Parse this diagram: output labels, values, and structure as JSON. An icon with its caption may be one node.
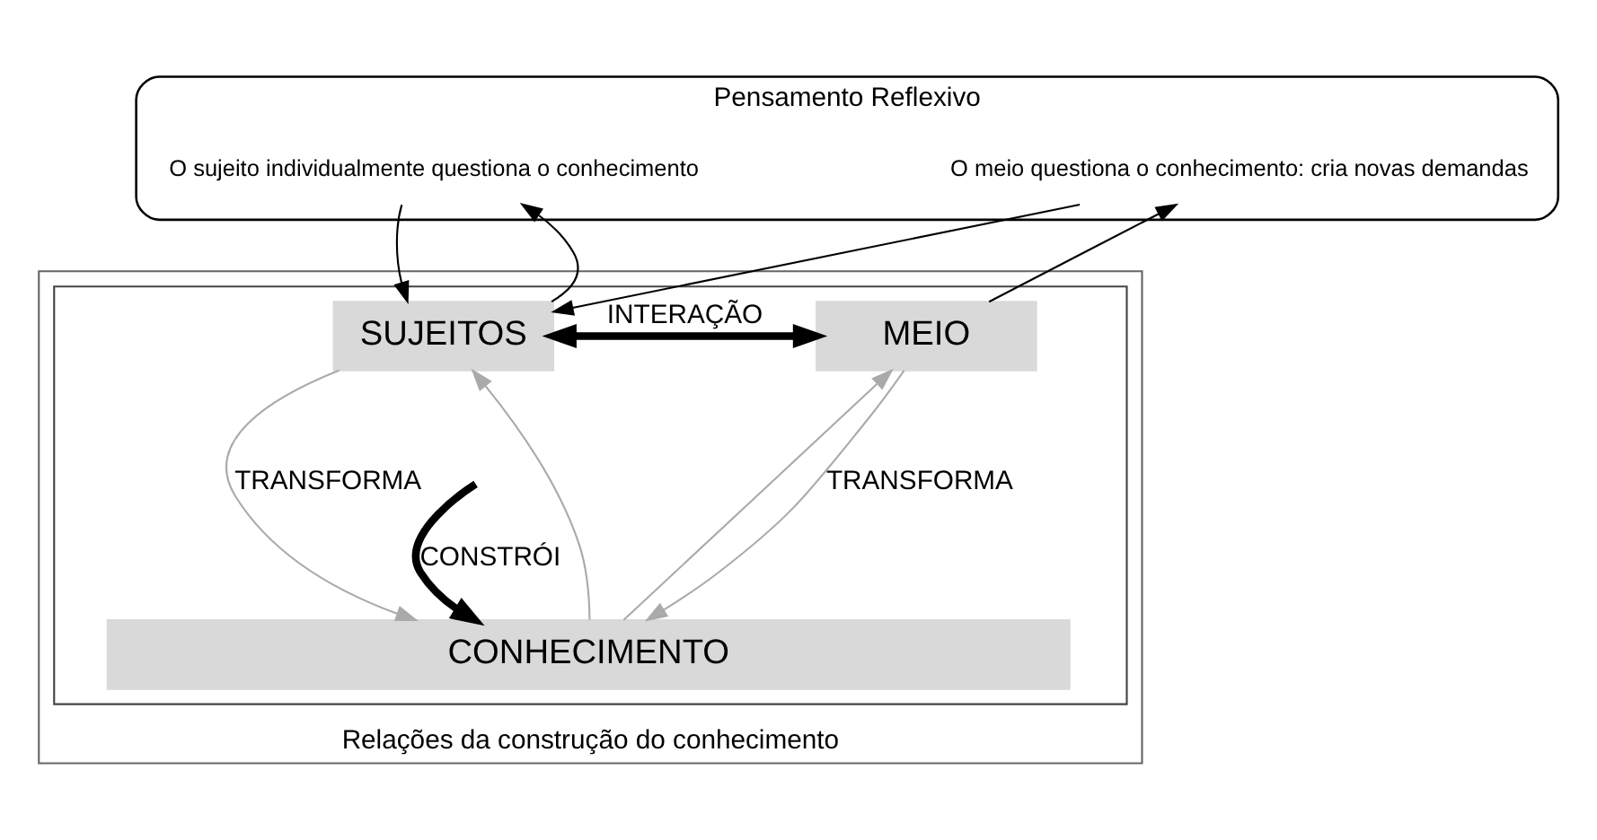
{
  "diagram": {
    "nodes": [
      {
        "text": [
          "Pensamento Reflexivo"
        ]
      },
      {
        "text": [
          "O sujeito individualmente questiona o conhecimento"
        ],
        "in": 0
      },
      {
        "text": [
          "O meio questiona o conhecimento: cria novas demandas"
        ],
        "in": 0
      },
      {
        "text": [
          "Relações da construção do conhecimento"
        ]
      },
      {
        "text": [],
        "shape": "box",
        "in": 3
      },
      {
        "text": [
          "SUJEITOS"
        ],
        "in": 4
      },
      {
        "text": [
          "MEIO"
        ],
        "in": 4
      },
      {
        "text": [
          "CONHECIMENTO"
        ],
        "in": 4
      }
    ],
    "edges": [
      {
        "from": 5,
        "to": 1,
        "arrow": "to"
      },
      {
        "from": 1,
        "to": 5,
        "arrow": "to"
      },
      {
        "from": 2,
        "to": 5,
        "arrow": "to"
      },
      {
        "from": 6,
        "to": 2,
        "arrow": "to"
      },
      {
        "from": 5,
        "to": 6,
        "arrow": "both",
        "label": "INTERAÇÃO",
        "style": "thick"
      },
      {
        "from": null,
        "to": 7,
        "arrow": "to",
        "label": "CONSTRÓI",
        "style": "thick"
      },
      {
        "from": 7,
        "to": 5,
        "arrow": "to",
        "color": "#aaaaaa"
      },
      {
        "from": 5,
        "to": 7,
        "arrow": "to",
        "label": "TRANSFORMA",
        "color": "#aaaaaa"
      },
      {
        "from": 7,
        "to": 6,
        "arrow": "to",
        "color": "#aaaaaa"
      },
      {
        "from": 6,
        "to": 7,
        "arrow": "to",
        "label": "TRANSFORMA",
        "color": "#aaaaaa"
      }
    ]
  }
}
